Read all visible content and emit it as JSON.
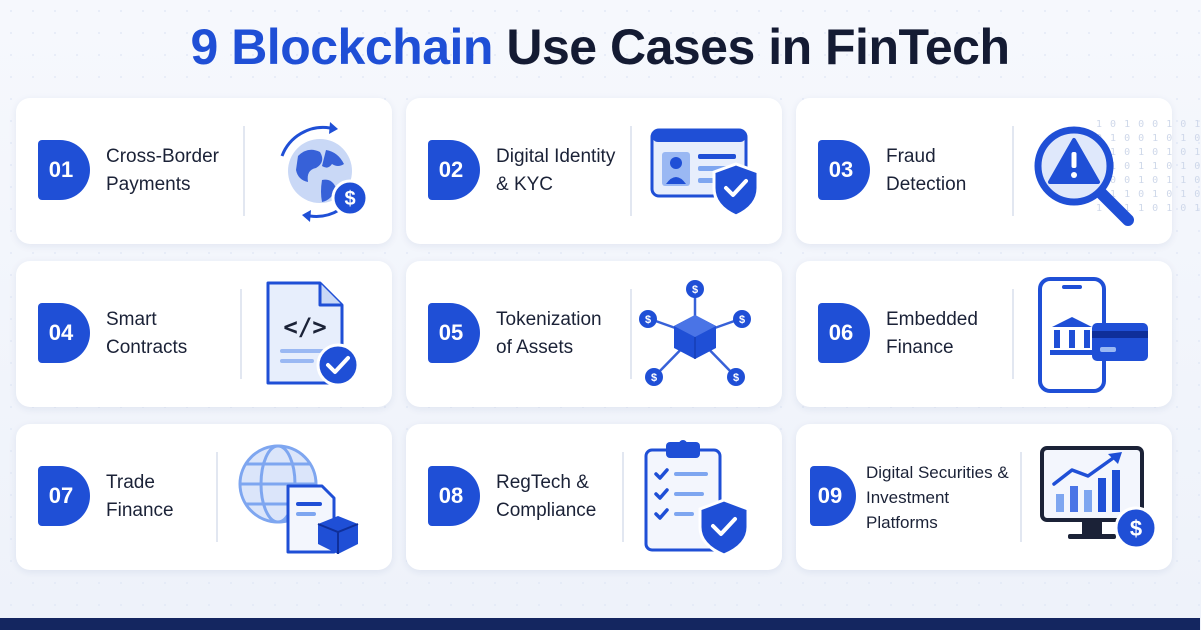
{
  "title": {
    "accent": "9 Blockchain",
    "rest": " Use Cases in FinTech"
  },
  "cards": [
    {
      "num": "01",
      "line1": "Cross-Border",
      "line2": "Payments",
      "icon": "globe-payments-icon"
    },
    {
      "num": "02",
      "line1": "Digital Identity",
      "line2": "& KYC",
      "icon": "id-card-shield-icon"
    },
    {
      "num": "03",
      "line1": "Fraud",
      "line2": "Detection",
      "icon": "magnifier-warning-icon"
    },
    {
      "num": "04",
      "line1": "Smart",
      "line2": "Contracts",
      "icon": "code-document-check-icon"
    },
    {
      "num": "05",
      "line1": "Tokenization",
      "line2": "of Assets",
      "icon": "token-network-icon"
    },
    {
      "num": "06",
      "line1": "Embedded",
      "line2": "Finance",
      "icon": "phone-bank-card-icon"
    },
    {
      "num": "07",
      "line1": "Trade",
      "line2": "Finance",
      "icon": "globe-document-box-icon"
    },
    {
      "num": "08",
      "line1": "RegTech &",
      "line2": "Compliance",
      "icon": "clipboard-shield-icon"
    },
    {
      "num": "09",
      "line1": "Digital Securities &",
      "line2": "Investment",
      "line3": "Platforms",
      "icon": "monitor-chart-dollar-icon"
    }
  ],
  "binary_text": [
    "1 0 1 0 0 1 0 1",
    "0 1 0 0 1 0 1 0",
    "1 1 0 1 0 1 0 1",
    "0 1 0 1 1 0 1 0",
    "1 0 0 1 0 1 1 0",
    "0 1 1 0 1 0 1 0",
    "1 0 1 1 0 1 0 1"
  ],
  "colors": {
    "accent": "#1f4fd6",
    "accent_light": "#7ea6f0",
    "text": "#1b2237",
    "footer": "#142660"
  }
}
